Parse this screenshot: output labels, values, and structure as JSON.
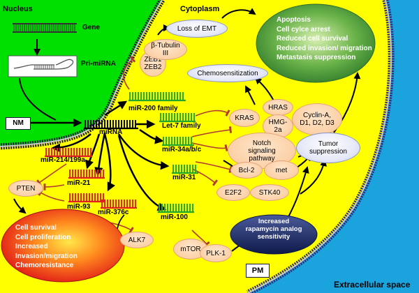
{
  "regions": {
    "nucleus": "Nucleus",
    "cytoplasm": "Cytoplasm",
    "extracellular": "Extracellular space",
    "nm": "NM",
    "pm": "PM"
  },
  "gene": {
    "label": "Gene",
    "pri": "Pri-miRNA"
  },
  "mirna": {
    "center": "miRNA",
    "m200": "miR-200 family",
    "let7": "Let-7  family",
    "m34": "miR-34a/b/c",
    "m31": "miR-31",
    "m100": "miR-100",
    "m376": "miR-376c",
    "m214": "miR-214/199a",
    "m21": "miR-21",
    "m93": "miR-93"
  },
  "targets": {
    "zeb": [
      "ZEB1",
      "ZEB2"
    ],
    "tubulin": [
      "β-Tubulin",
      "III"
    ],
    "kras": "KRAS",
    "hras": "HRAS",
    "hmg": [
      "HMG-",
      "2a"
    ],
    "cyclin": [
      "Cyclin-A,",
      "D1, D2, D3"
    ],
    "notch": [
      "Notch",
      "signaling",
      "pathway"
    ],
    "bcl2": "Bcl-2",
    "met": "met",
    "e2f2": "E2F2",
    "stk40": "STK40",
    "pten": "PTEN",
    "alk7": "ALK7",
    "mtor": "mTOR",
    "plk1": "PLK-1"
  },
  "outcomes": {
    "emt": "Loss of EMT",
    "chemo": "Chemosensitization",
    "tumor": [
      "Tumor",
      "suppression"
    ],
    "rapa": [
      "Increased",
      "rapamycin analog",
      "sensitivity"
    ],
    "good": [
      "Apoptosis",
      "Cell cylce arrest",
      "Reduced cell survival",
      "Reduced  invasion/ migration",
      "Metastasis suppression"
    ],
    "bad": [
      "Cell survival",
      "Cell proliferation",
      "Increased",
      "Invasion/migration",
      "Chemoresistance"
    ]
  }
}
